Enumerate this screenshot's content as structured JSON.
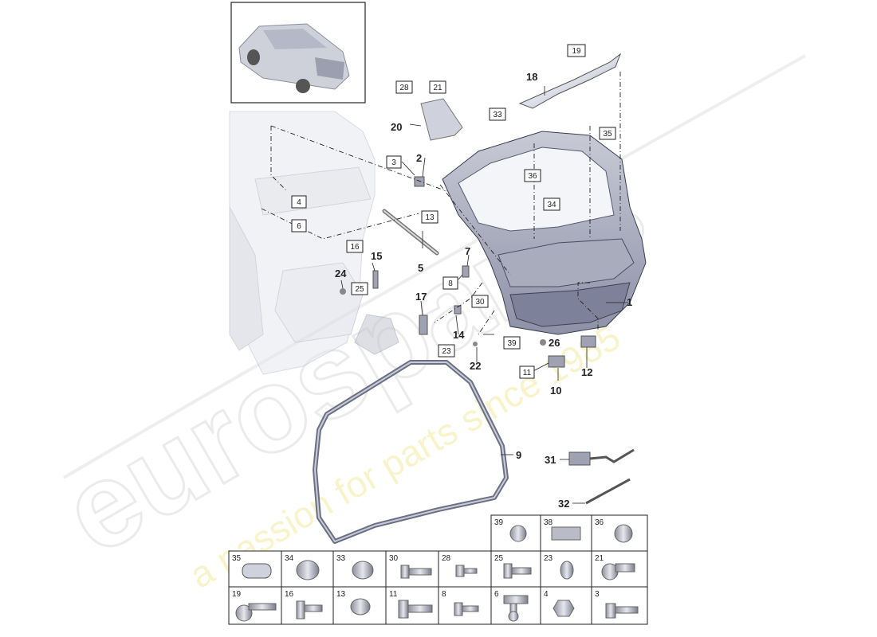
{
  "watermark": {
    "brand": "eurospares",
    "tagline": "a passion for parts since 1985"
  },
  "callouts_boxed": [
    {
      "id": "c19",
      "label": "19"
    },
    {
      "id": "c28",
      "label": "28"
    },
    {
      "id": "c21",
      "label": "21"
    },
    {
      "id": "c33",
      "label": "33"
    },
    {
      "id": "c35",
      "label": "35"
    },
    {
      "id": "c36",
      "label": "36"
    },
    {
      "id": "c3",
      "label": "3"
    },
    {
      "id": "c4",
      "label": "4"
    },
    {
      "id": "c13",
      "label": "13"
    },
    {
      "id": "c34",
      "label": "34"
    },
    {
      "id": "c6",
      "label": "6"
    },
    {
      "id": "c16",
      "label": "16"
    },
    {
      "id": "c25",
      "label": "25"
    },
    {
      "id": "c8",
      "label": "8"
    },
    {
      "id": "c30",
      "label": "30"
    },
    {
      "id": "c39",
      "label": "39"
    },
    {
      "id": "c23",
      "label": "23"
    },
    {
      "id": "c11",
      "label": "11"
    }
  ],
  "callouts_plain": [
    {
      "id": "p18",
      "label": "18"
    },
    {
      "id": "p20",
      "label": "20"
    },
    {
      "id": "p2",
      "label": "2"
    },
    {
      "id": "p15",
      "label": "15"
    },
    {
      "id": "p24",
      "label": "24"
    },
    {
      "id": "p5",
      "label": "5"
    },
    {
      "id": "p7",
      "label": "7"
    },
    {
      "id": "p17",
      "label": "17"
    },
    {
      "id": "p1",
      "label": "1"
    },
    {
      "id": "p14",
      "label": "14"
    },
    {
      "id": "p26",
      "label": "26"
    },
    {
      "id": "p22",
      "label": "22"
    },
    {
      "id": "p12",
      "label": "12"
    },
    {
      "id": "p10",
      "label": "10"
    },
    {
      "id": "p9",
      "label": "9"
    },
    {
      "id": "p31",
      "label": "31"
    },
    {
      "id": "p32",
      "label": "32"
    }
  ],
  "parts_grid": {
    "row1": [
      "39",
      "38",
      "36"
    ],
    "row2": [
      "35",
      "34",
      "33",
      "30",
      "28",
      "25",
      "23",
      "21"
    ],
    "row3": [
      "19",
      "16",
      "13",
      "11",
      "8",
      "6",
      "4",
      "3"
    ]
  }
}
